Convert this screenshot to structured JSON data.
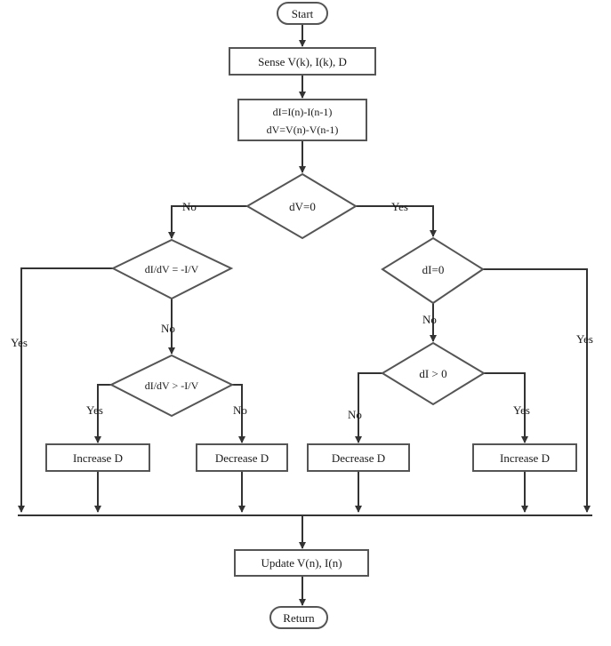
{
  "nodes": {
    "start": "Start",
    "sense": "Sense V(k), I(k), D",
    "calc_line1": "dI=I(n)-I(n-1)",
    "calc_line2": "dV=V(n)-V(n-1)",
    "dv_zero": "dV=0",
    "left_cond1": "dI/dV = -I/V",
    "left_cond2": "dI/dV > -I/V",
    "di_zero": "dI=0",
    "di_pos": "dI > 0",
    "increase_left": "Increase D",
    "decrease_left": "Decrease D",
    "decrease_right": "Decrease D",
    "increase_right": "Increase D",
    "update": "Update V(n), I(n)",
    "return": "Return"
  },
  "branches": {
    "dv_no": "No",
    "dv_yes": "Yes",
    "left1_yes": "Yes",
    "left1_no": "No",
    "left2_yes": "Yes",
    "left2_no": "No",
    "di0_no": "No",
    "di0_yes": "Yes",
    "dipos_no": "No",
    "dipos_yes": "Yes"
  },
  "colors": {
    "stroke": "#555555",
    "line": "#333333",
    "text": "#1a1a1a",
    "fill": "#ffffff"
  }
}
